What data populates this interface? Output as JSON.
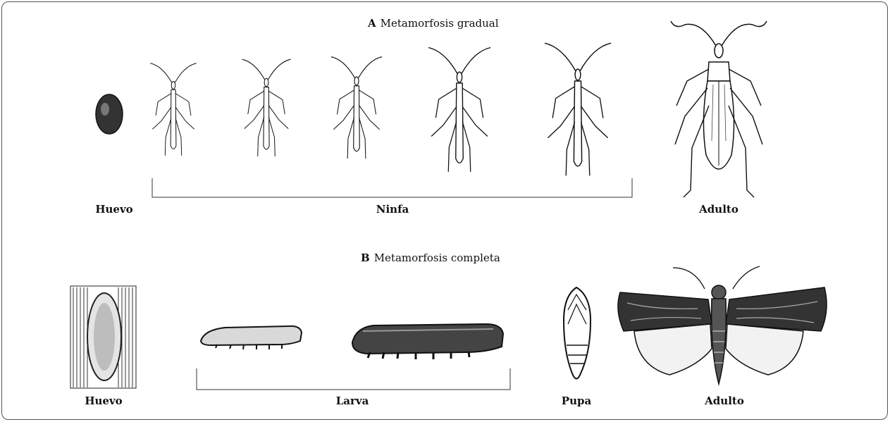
{
  "section_a": {
    "letter": "A",
    "title": "Metamorfosis gradual",
    "labels": {
      "egg": "Huevo",
      "nymph": "Ninfa",
      "adult": "Adulto"
    }
  },
  "section_b": {
    "letter": "B",
    "title": "Metamorfosis completa",
    "labels": {
      "egg": "Huevo",
      "larva": "Larva",
      "pupa": "Pupa",
      "adult": "Adulto"
    }
  }
}
